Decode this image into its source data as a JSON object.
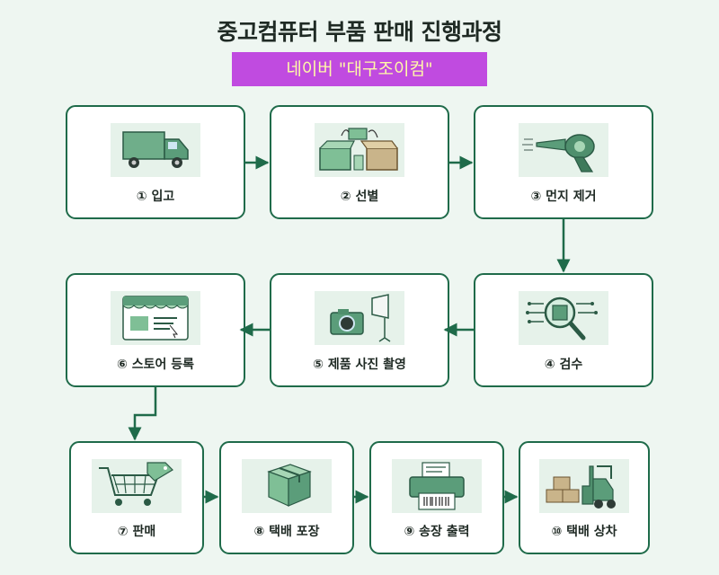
{
  "header": {
    "title": "중고컴퓨터 부품 판매 진행과정",
    "subtitle": "네이버 \"대구조이컴\""
  },
  "steps": [
    {
      "label": "① 입고",
      "icon": "delivery-truck-icon"
    },
    {
      "label": "② 선별",
      "icon": "sorting-boxes-icon"
    },
    {
      "label": "③ 먼지 제거",
      "icon": "air-blower-icon"
    },
    {
      "label": "④ 검수",
      "icon": "chip-inspection-icon"
    },
    {
      "label": "⑤ 제품 사진 촬영",
      "icon": "camera-softbox-icon"
    },
    {
      "label": "⑥ 스토어 등록",
      "icon": "online-store-icon"
    },
    {
      "label": "⑦ 판매",
      "icon": "shopping-cart-icon"
    },
    {
      "label": "⑧ 택배 포장",
      "icon": "package-box-icon"
    },
    {
      "label": "⑨ 송장 출력",
      "icon": "label-printer-icon"
    },
    {
      "label": "⑩ 택배 상차",
      "icon": "forklift-icon"
    }
  ],
  "colors": {
    "accent": "#1f6b4a",
    "subtitle_bg": "#c04be0",
    "subtitle_text": "#fff8a8",
    "background": "#eef6f1"
  }
}
